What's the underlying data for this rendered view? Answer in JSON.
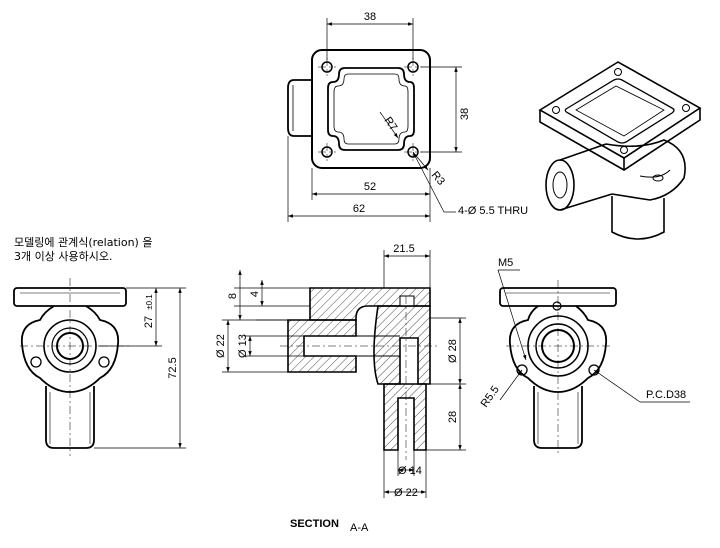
{
  "note": {
    "line1": "모델링에 관계식(relation) 을",
    "line2": "3개 이상 사용하시오."
  },
  "top_view": {
    "dim_top": "38",
    "dim_right": "38",
    "dim_52": "52",
    "dim_62": "62",
    "radius_r7": "R7",
    "radius_r3": "R3",
    "hole_callout": "4-Ø 5.5 THRU"
  },
  "left_view": {
    "dim_27": "27",
    "dim_27_tol": "±0.1",
    "dim_72_5": "72.5"
  },
  "section_view": {
    "dim_21_5": "21.5",
    "dim_8": "8",
    "dim_4": "4",
    "dim_d22_left": "Ø 22",
    "dim_d13": "Ø 13",
    "dim_d28": "Ø 28",
    "dim_28": "28",
    "dim_d14": "Ø 14",
    "dim_d22_bottom": "Ø 22",
    "label_section": "SECTION",
    "label_aa": "A-A"
  },
  "right_view": {
    "thread": "M5",
    "radius_r5_5": "R5.5",
    "pcd": "P.C.D38"
  }
}
